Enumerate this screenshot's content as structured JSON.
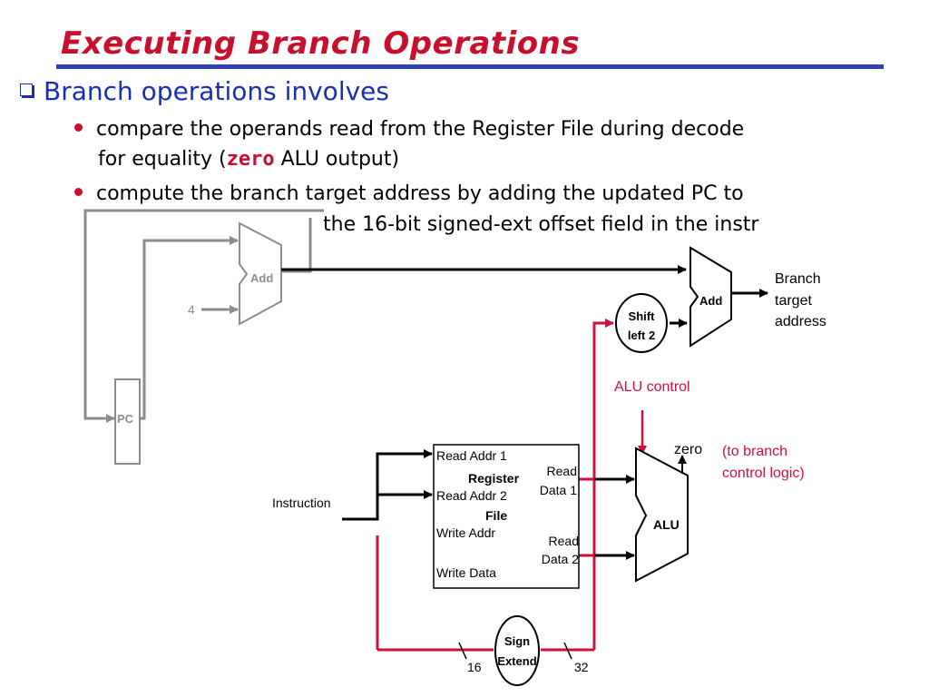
{
  "slide": {
    "title": "Executing Branch Operations",
    "bullet": "Branch operations involves",
    "sub1": {
      "line1": "compare the operands read from the Register File during decode",
      "line2_pre": "for equality (",
      "code": "zero",
      "line2_post": " ALU output)"
    },
    "sub2": {
      "line1": "compute the branch target address by adding the updated PC to",
      "line2": "the 16-bit signed-ext offset field in the instr"
    }
  },
  "diagram": {
    "add1_label": "Add",
    "four_label": "4",
    "pc_label": "PC",
    "add2_label": "Add",
    "shift_line1": "Shift",
    "shift_line2": "left 2",
    "branch_line1": "Branch",
    "branch_line2": "target",
    "branch_line3": "address",
    "alu_control": "ALU control",
    "zero_label": "zero",
    "to_branch_line1": "(to branch",
    "to_branch_line2": "control logic)",
    "instruction": "Instruction",
    "regfile": {
      "read_addr1": "Read Addr 1",
      "register": "Register",
      "read_addr2": "Read Addr 2",
      "file": "File",
      "write_addr": "Write Addr",
      "write_data": "Write Data",
      "read_data1_line1": "Read",
      "read_data1_line2": "Data 1",
      "read_data2_line1": "Read",
      "read_data2_line2": "Data 2"
    },
    "alu_label": "ALU",
    "sign_line1": "Sign",
    "sign_line2": "Extend",
    "bits_in": "16",
    "bits_out": "32",
    "colors": {
      "title": "#c8102e",
      "accent_blue": "#1a2fb0",
      "grey_path": "#8c8c8c",
      "red_path": "#d0103a"
    }
  }
}
